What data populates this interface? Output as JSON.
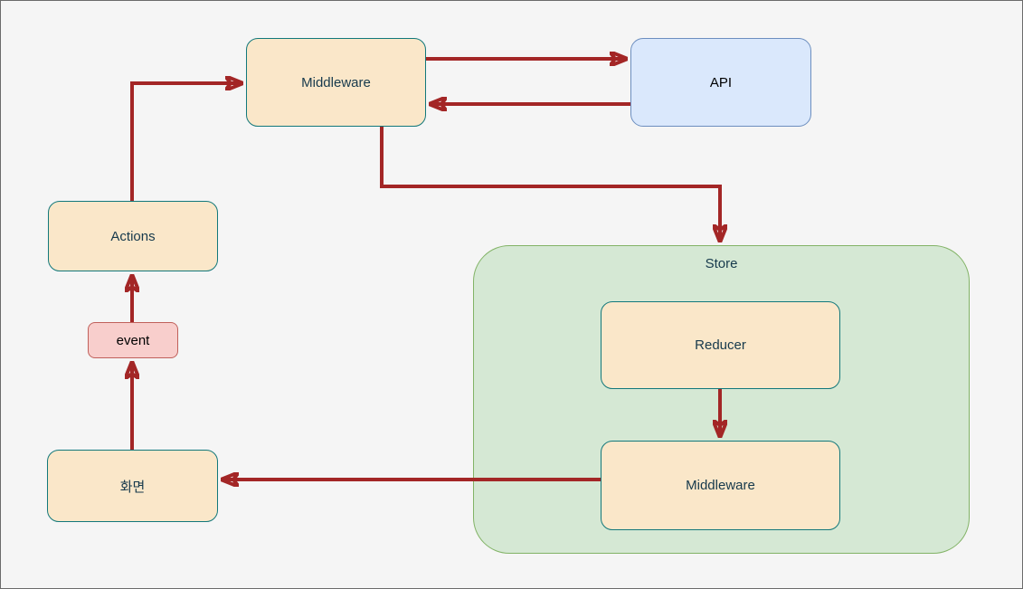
{
  "diagram": {
    "type": "flow-diagram",
    "nodes": {
      "middleware_top": {
        "label": "Middleware"
      },
      "api": {
        "label": "API"
      },
      "actions": {
        "label": "Actions"
      },
      "event": {
        "label": "event"
      },
      "screen": {
        "label": "화면"
      },
      "store": {
        "label": "Store"
      },
      "reducer": {
        "label": "Reducer"
      },
      "middleware_store": {
        "label": "Middleware"
      }
    },
    "edges": [
      {
        "from": "Middleware",
        "to": "API"
      },
      {
        "from": "API",
        "to": "Middleware"
      },
      {
        "from": "Actions",
        "to": "Middleware"
      },
      {
        "from": "Middleware",
        "to": "Store"
      },
      {
        "from": "Reducer",
        "to": "Middleware (in Store)"
      },
      {
        "from": "Middleware (in Store)",
        "to": "화면"
      },
      {
        "from": "화면",
        "to": "event"
      },
      {
        "from": "event",
        "to": "Actions"
      }
    ],
    "colors": {
      "background": "#F5F5F5",
      "frame_border": "#6B6B6B",
      "node_orange_fill": "#FAE7C9",
      "node_orange_border": "#12787B",
      "node_blue_fill": "#DAE8FC",
      "node_blue_border": "#6C8EBF",
      "node_pink_fill": "#F8CECC",
      "node_pink_border": "#C0605B",
      "container_green_fill": "#D5E8D4",
      "container_green_border": "#82B366",
      "arrow": "#A32626",
      "label_text": "#16394C"
    }
  }
}
